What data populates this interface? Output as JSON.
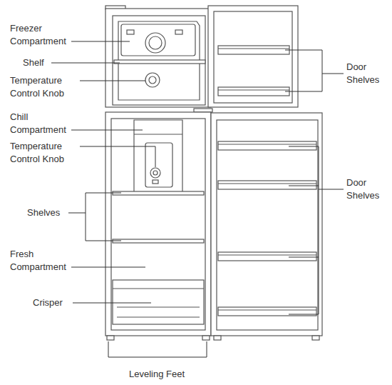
{
  "diagram": {
    "labels": [
      "Freezer Compartment",
      "Shelf",
      "Temperature Control Knob",
      "Chill Compartment",
      "Temperature Control Knob",
      "Shelves",
      "Fresh Compartment",
      "Crisper",
      "Door Shelves",
      "Door Shelves",
      "Leveling Feet"
    ]
  }
}
